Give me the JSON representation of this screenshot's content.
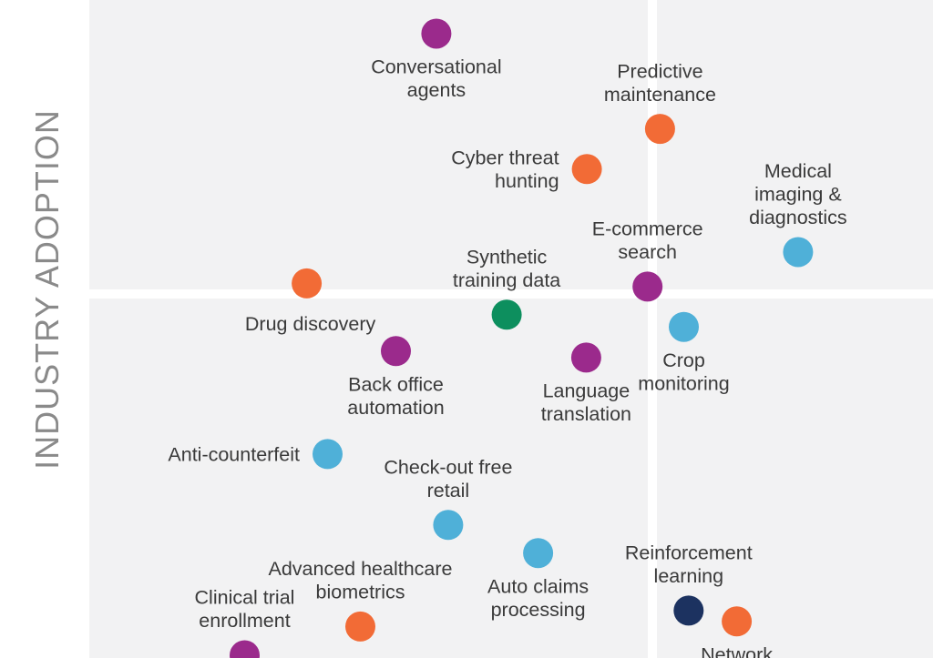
{
  "chart_data": {
    "type": "scatter",
    "title": "",
    "xlabel": "",
    "ylabel": "INDUSTRY ADOPTION",
    "grid": false,
    "quadrant_background": "#f2f2f3",
    "quadrant_divider_color": "#ffffff",
    "label_color": "#3a3a3a",
    "category_colors": {
      "purple": "#9b2a8c",
      "orange": "#f26b36",
      "blue": "#4fb0d8",
      "green": "#0d8f5e",
      "navy": "#1c3260"
    },
    "points": [
      {
        "label": [
          "Conversational",
          "agents"
        ],
        "color": "purple",
        "x": 0.392,
        "y": 0.973,
        "label_pos": "below"
      },
      {
        "label": [
          "Predictive",
          "maintenance"
        ],
        "color": "orange",
        "x": 0.713,
        "y": 0.824,
        "label_pos": "above"
      },
      {
        "label": [
          "Cyber threat",
          "hunting"
        ],
        "color": "orange",
        "x": 0.608,
        "y": 0.761,
        "label_pos": "left"
      },
      {
        "label": [
          "Medical",
          "imaging &",
          "diagnostics"
        ],
        "color": "blue",
        "x": 0.911,
        "y": 0.631,
        "label_pos": "above"
      },
      {
        "label": [
          "E-commerce",
          "search"
        ],
        "color": "purple",
        "x": 0.695,
        "y": 0.577,
        "label_pos": "above"
      },
      {
        "label": [
          "Synthetic",
          "training data"
        ],
        "color": "green",
        "x": 0.493,
        "y": 0.533,
        "label_pos": "above"
      },
      {
        "label": [
          "Drug discovery"
        ],
        "color": "orange",
        "x": 0.206,
        "y": 0.582,
        "label_pos": "below-left"
      },
      {
        "label": [
          "Crop",
          "monitoring"
        ],
        "color": "blue",
        "x": 0.747,
        "y": 0.514,
        "label_pos": "below"
      },
      {
        "label": [
          "Back office",
          "automation"
        ],
        "color": "purple",
        "x": 0.334,
        "y": 0.476,
        "label_pos": "below"
      },
      {
        "label": [
          "Language",
          "translation"
        ],
        "color": "purple",
        "x": 0.607,
        "y": 0.466,
        "label_pos": "below"
      },
      {
        "label": [
          "Anti-counterfeit"
        ],
        "color": "blue",
        "x": 0.236,
        "y": 0.315,
        "label_pos": "left"
      },
      {
        "label": [
          "Check-out free",
          "retail"
        ],
        "color": "blue",
        "x": 0.409,
        "y": 0.204,
        "label_pos": "above"
      },
      {
        "label": [
          "Auto claims",
          "processing"
        ],
        "color": "blue",
        "x": 0.538,
        "y": 0.16,
        "label_pos": "below"
      },
      {
        "label": [
          "Reinforcement",
          "learning"
        ],
        "color": "navy",
        "x": 0.754,
        "y": 0.07,
        "label_pos": "above"
      },
      {
        "label": [
          "Network"
        ],
        "color": "orange",
        "x": 0.823,
        "y": 0.053,
        "label_pos": "below"
      },
      {
        "label": [
          "Advanced healthcare",
          "biometrics"
        ],
        "color": "orange",
        "x": 0.283,
        "y": 0.045,
        "label_pos": "above"
      },
      {
        "label": [
          "Clinical trial",
          "enrollment"
        ],
        "color": "purple",
        "x": 0.117,
        "y": 0.0,
        "label_pos": "above"
      }
    ]
  }
}
